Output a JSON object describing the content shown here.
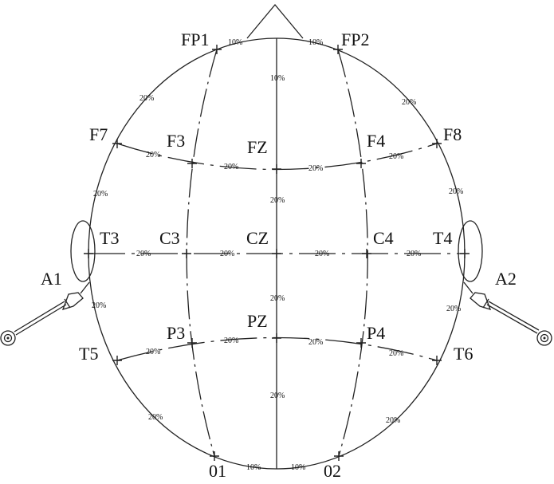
{
  "electrodes": {
    "fp1": "FP1",
    "fp2": "FP2",
    "f7": "F7",
    "f3": "F3",
    "fz": "FZ",
    "f4": "F4",
    "f8": "F8",
    "t3": "T3",
    "c3": "C3",
    "cz": "CZ",
    "c4": "C4",
    "t4": "T4",
    "t5": "T5",
    "p3": "P3",
    "pz": "PZ",
    "p4": "P4",
    "t6": "T6",
    "o1": "01",
    "o2": "02",
    "a1": "A1",
    "a2": "A2"
  },
  "percent": {
    "ten": "10%",
    "twenty": "20%"
  }
}
